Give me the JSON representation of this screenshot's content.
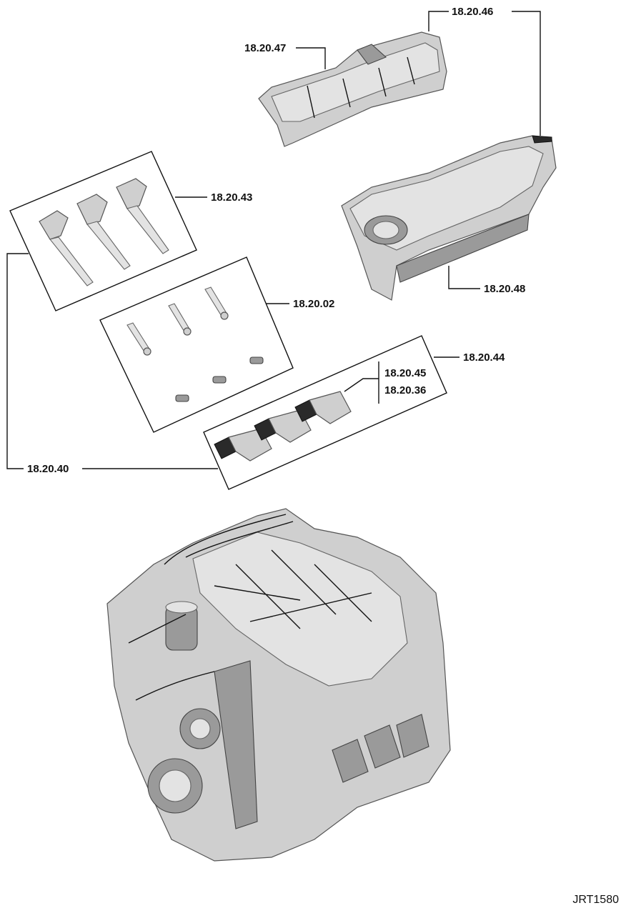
{
  "callouts": {
    "c_18_20_46": "18.20.46",
    "c_18_20_47": "18.20.47",
    "c_18_20_43": "18.20.43",
    "c_18_20_48": "18.20.48",
    "c_18_20_02": "18.20.02",
    "c_18_20_44": "18.20.44",
    "c_18_20_45": "18.20.45",
    "c_18_20_36": "18.20.36",
    "c_18_20_40": "18.20.40"
  },
  "figure_id": "JRT1580",
  "colors": {
    "line": "#111111",
    "part_fill": "#cfcfcf",
    "part_dark": "#9a9a9a",
    "background": "#ffffff"
  }
}
